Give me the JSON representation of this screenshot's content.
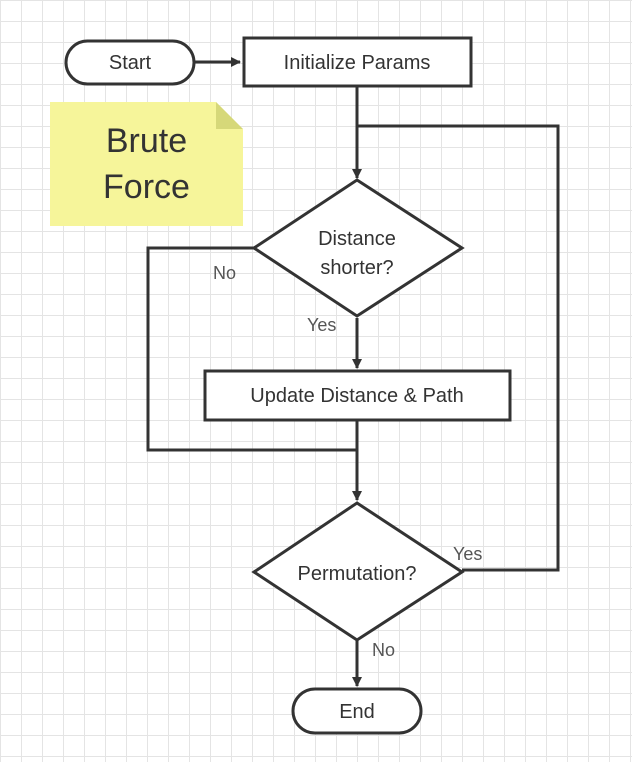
{
  "note": {
    "text": "Brute\nForce",
    "color": "#f6f59a"
  },
  "nodes": {
    "start": "Start",
    "init": "Initialize Params",
    "distance": [
      "Distance",
      "shorter?"
    ],
    "update": "Update Distance & Path",
    "permutation": "Permutation?",
    "end": "End"
  },
  "edges": {
    "distance_no": "No",
    "distance_yes": "Yes",
    "permutation_yes": "Yes",
    "permutation_no": "No"
  },
  "colors": {
    "stroke": "#333333",
    "fill": "#ffffff"
  }
}
